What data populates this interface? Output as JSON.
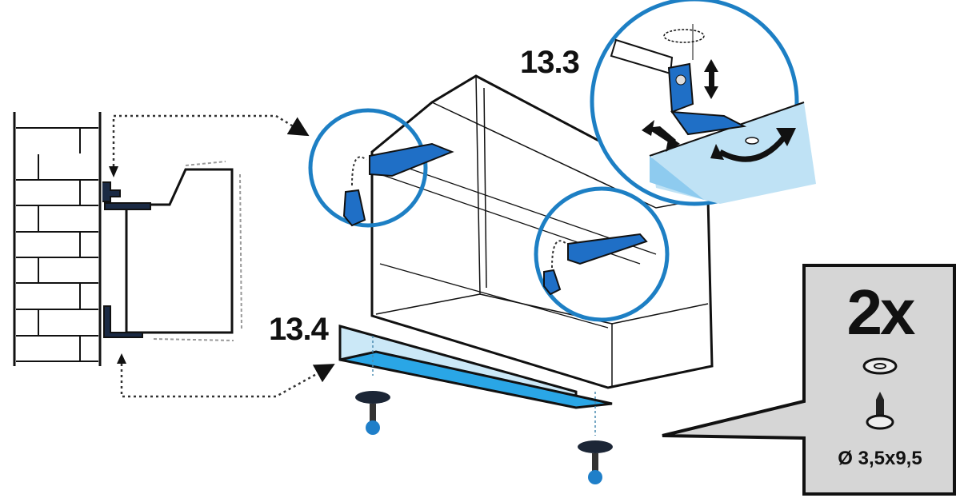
{
  "diagram": {
    "type": "assembly-instruction",
    "steps": [
      {
        "id": "13.3",
        "label": "13.3",
        "description": "Adjust hanging bracket (height, depth, rotation)"
      },
      {
        "id": "13.4",
        "label": "13.4",
        "description": "Fit bottom rail with washers and screws"
      }
    ],
    "callout": {
      "quantity": "2x",
      "spec": "Ø 3,5x9,5",
      "parts": [
        "washer-icon",
        "screw-icon"
      ]
    },
    "colors": {
      "accent_blue": "#1f6fc6",
      "circle_blue": "#1d7fc4",
      "light_blue": "#bfe2f5",
      "rail_blue": "#2aa6e6",
      "callout_gray": "#d6d6d6",
      "line_black": "#111111"
    }
  }
}
